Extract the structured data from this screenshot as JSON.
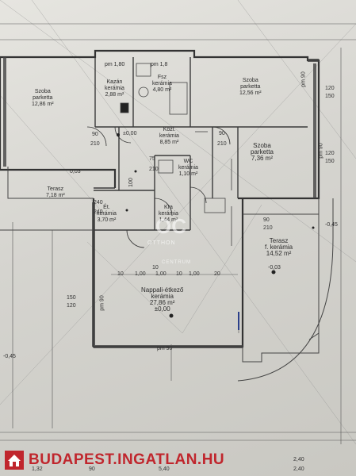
{
  "rooms": {
    "szoba_left": {
      "name": "Szoba",
      "floor": "parketta",
      "area": "12,86 m²"
    },
    "kazan": {
      "pm": "pm 1,80",
      "name": "Kazán",
      "floor": "kerámia",
      "area": "2,88 m²"
    },
    "fsz": {
      "pm": "pm 1,8",
      "name": "Fsz",
      "floor": "kerámia",
      "area": "4,80 m²"
    },
    "szoba_top": {
      "name": "Szoba",
      "floor": "parketta",
      "area": "12,56 m²"
    },
    "szoba_right": {
      "name": "Szoba",
      "floor": "parketta",
      "area": "7,36 m²"
    },
    "kozl": {
      "name": "Közl.",
      "floor": "kerámia",
      "area": "8,85 m²",
      "level": "±0,00"
    },
    "wc": {
      "name": "WC",
      "floor": "kerámia",
      "area": "1,10 m²"
    },
    "terasz_left": {
      "name": "Terasz",
      "area": "7,18 m²",
      "level": "0,03"
    },
    "et": {
      "name": "Ét.",
      "floor": "kerámia",
      "area": "3,70 m²"
    },
    "kra": {
      "name": "Kra",
      "floor": "kerámia",
      "area": "1,44 m²"
    },
    "terasz_right": {
      "name": "Terasz",
      "floor": "f. kerámia",
      "area": "14,52 m²",
      "level": "-0,03"
    },
    "nappali": {
      "name": "Nappali-étkező",
      "floor": "kerámia",
      "area": "27,86 m²",
      "level": "±0,00"
    }
  },
  "dims": {
    "d_90a": "90",
    "d_210a": "210",
    "d_75": "75",
    "d_210b": "210",
    "d_90b": "90",
    "d_210c": "210",
    "d_120a": "120",
    "d_150a": "150",
    "d_120b": "120",
    "d_150b": "150",
    "d_pm90a": "pm 90",
    "d_pm90b": "pm 90",
    "d_pm90c": "pm 90",
    "d_pm90d": "pm 90",
    "d_100": "100",
    "d_240a": "240",
    "d_240b": "240",
    "d_10a": "10",
    "d_10b": "10",
    "d_10c": "10",
    "d_100a": "1,00",
    "d_100b": "1,00",
    "d_100c": "1,00",
    "d_20": "20",
    "d_90c": "90",
    "d_210d": "210",
    "d_150c": "150",
    "d_120c": "120",
    "d_neg45a": "-0,45",
    "d_neg45b": "-0,45",
    "d_132": "1,32",
    "d_90e": "90",
    "d_540": "5,40",
    "d_240c": "2,40",
    "d_240d": "2,40"
  },
  "watermark": {
    "site": "BUDAPEST.INGATLAN.HU",
    "logo_text": "OC",
    "sub": "OTTHON",
    "sub2": "CENTRUM"
  },
  "colors": {
    "line": "#3a3a3a",
    "brand": "#c0262d",
    "paper": "#e2e1dc"
  }
}
